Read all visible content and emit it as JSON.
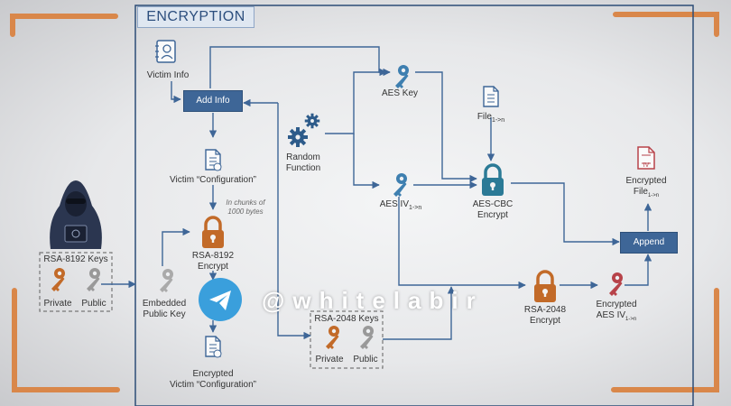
{
  "title": "ENCRYPTION",
  "watermark": "@whitelabir",
  "colors": {
    "accent_blue": "#3e6697",
    "lock_orange": "#c26a28",
    "lock_teal": "#2b7a96",
    "key_red": "#b74249",
    "frame_orange": "#d9874a"
  },
  "icons": [
    "hooded-attacker-icon",
    "key-icon",
    "lock-icon",
    "document-icon",
    "gears-icon",
    "telegram-icon",
    "contact-book-icon"
  ],
  "labels": {
    "victim_info": "Victim Info",
    "add_info": "Add Info",
    "victim_config": "Victim “Configuration”",
    "chunks_note_1": "In chunks of",
    "chunks_note_2": "1000 bytes",
    "rsa8192_encrypt_1": "RSA-8192",
    "rsa8192_encrypt_2": "Encrypt",
    "encrypted_config_1": "Encrypted",
    "encrypted_config_2": "Victim “Configuration”",
    "embedded_key_1": "Embedded",
    "embedded_key_2": "Public Key",
    "rsa8192_keys": "RSA-8192 Keys",
    "private": "Private",
    "public": "Public",
    "random_function_1": "Random",
    "random_function_2": "Function",
    "aes_key": "AES Key",
    "aes_iv": "AES IV",
    "aes_iv_sub": "1->n",
    "file": "File",
    "file_sub": "1->n",
    "aes_cbc_1": "AES-CBC",
    "aes_cbc_2": "Encrypt",
    "rsa2048_keys": "RSA-2048 Keys",
    "private2": "Private",
    "public2": "Public",
    "rsa2048_encrypt_1": "RSA-2048",
    "rsa2048_encrypt_2": "Encrypt",
    "encrypted_aes_iv_1": "Encrypted",
    "encrypted_aes_iv_2": "AES IV",
    "encrypted_aes_iv_sub": "1->n",
    "encrypted_file_1": "Encrypted",
    "encrypted_file_2": "File",
    "encrypted_file_sub": "1->n",
    "encrypted_file_icon_text": "IV",
    "append": "Append"
  }
}
